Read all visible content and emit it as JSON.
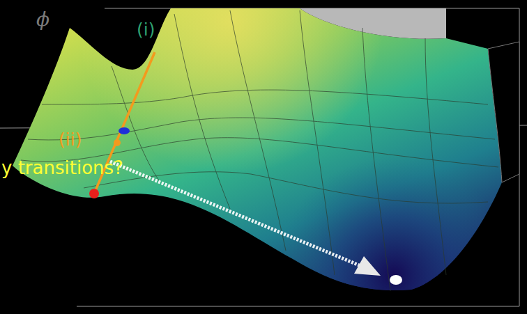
{
  "diagram": {
    "labels": [
      "ϕ",
      "(i)",
      "(ii)",
      "y transitions?"
    ]
  }
}
